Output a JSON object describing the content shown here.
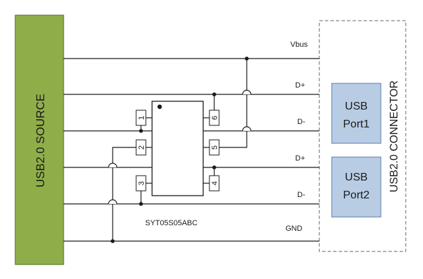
{
  "source": {
    "label": "USB2.0 SOURCE",
    "color": "#8fae4a",
    "border": "#4f6b22"
  },
  "connector": {
    "label": "USB2.0  CONNECTOR"
  },
  "ports": [
    {
      "line1": "USB",
      "line2": "Port1"
    },
    {
      "line1": "USB",
      "line2": "Port2"
    }
  ],
  "port_color": "#b8cce4",
  "port_border": "#5b7bab",
  "signals": [
    "Vbus",
    "D+",
    "D-",
    "D+",
    "D-",
    "GND"
  ],
  "chip": {
    "part": "SYT05S05ABC",
    "pins": [
      "1",
      "2",
      "3",
      "4",
      "5",
      "6"
    ]
  }
}
